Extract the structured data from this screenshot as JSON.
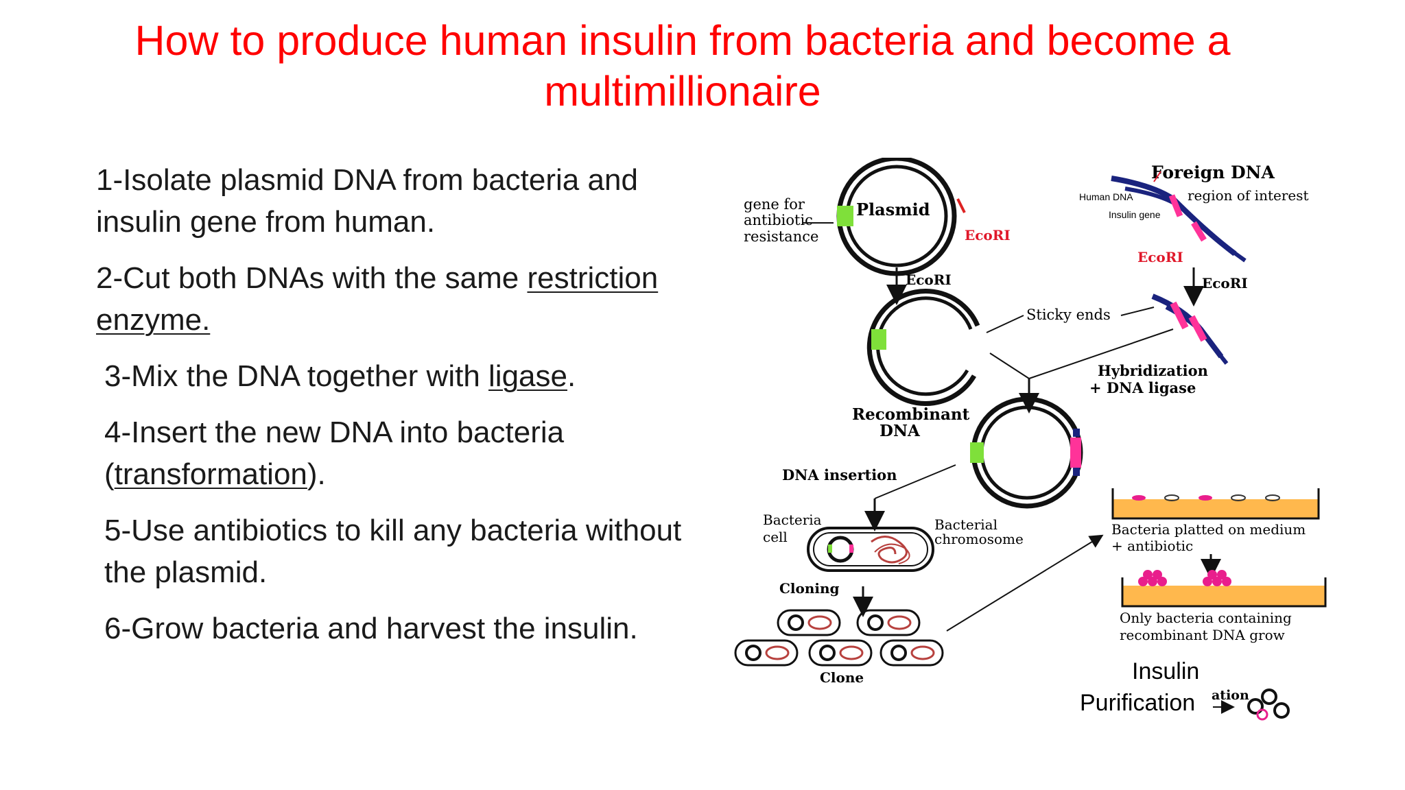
{
  "title": "How to produce human insulin from bacteria and become a multimillionaire",
  "steps": {
    "s1": "1-Isolate plasmid DNA from bacteria and insulin gene from human.",
    "s2_pre": "2-Cut both DNAs with the same ",
    "s2_link": "restriction enzyme.",
    "s3_pre": "3-Mix the DNA together with ",
    "s3_link": "ligase",
    "s3_post": ".",
    "s4_pre": "4-Insert the new DNA into bacteria (",
    "s4_link": "transformation",
    "s4_post": ").",
    "s5": "5-Use antibiotics to kill any bacteria without the plasmid.",
    "s6": "6-Grow bacteria and harvest the insulin."
  },
  "diagram": {
    "gene_for": "gene for",
    "antibiotic": "antibiotic",
    "resistance": "resistance",
    "plasmid": "Plasmid",
    "ecori": "EcoRI",
    "foreign_dna": "Foreign DNA",
    "human_dna": "Human DNA",
    "insulin_gene": "Insulin gene",
    "region_of_interest": "region of interest",
    "sticky_ends": "Sticky ends",
    "hybridization": "Hybridization",
    "dna_ligase": "+ DNA ligase",
    "recombinant": "Recombinant",
    "dna": "DNA",
    "dna_insertion": "DNA insertion",
    "bacteria": "Bacteria",
    "cell": "cell",
    "bacterial": "Bacterial",
    "chromosome": "chromosome",
    "cloning": "Cloning",
    "clone": "Clone",
    "bacteria_platted": "Bacteria platted on medium",
    "plus_antibiotic": "+ antibiotic",
    "only_bacteria": "Only bacteria containing",
    "recombinant_grow": "recombinant DNA grow",
    "insulin": "Insulin",
    "purification": "Purification",
    "ation": "ation"
  },
  "colors": {
    "title": "#ff0000",
    "resistance_gene": "#7fe03a",
    "insert": "#ff3399",
    "dna_blue": "#1a237e",
    "medium": "#ffb84d"
  }
}
